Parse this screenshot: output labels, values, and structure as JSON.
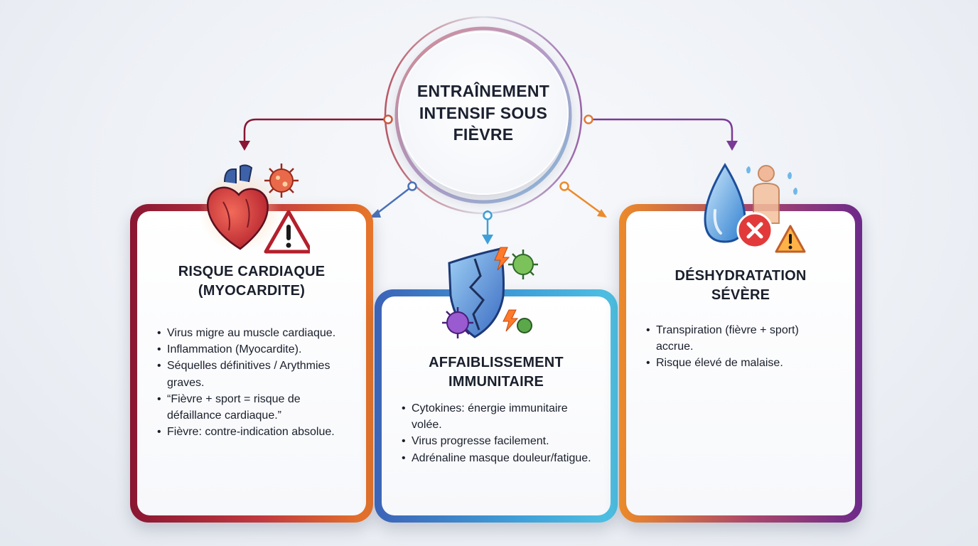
{
  "hub": {
    "title": "Entraînement intensif sous fièvre"
  },
  "cards": [
    {
      "id": "cardiac",
      "title": "Risque cardiaque (myocardite)",
      "bullets": [
        "Virus migre au muscle cardiaque.",
        "Inflammation (Myocardite).",
        "Séquelles définitives / Arythmies graves.",
        "“Fièvre + sport = risque de défaillance cardiaque.”",
        "Fièvre: contre-indication absolue."
      ]
    },
    {
      "id": "immune",
      "title": "Affaiblissement immunitaire",
      "bullets": [
        "Cytokines: énergie immunitaire volée.",
        "Virus progresse facilement.",
        "Adrénaline masque douleur/fatigue."
      ]
    },
    {
      "id": "dehyd",
      "title": "Déshydratation sévère",
      "bullets": [
        "Transpiration (fièvre + sport) accrue.",
        "Risque élevé de malaise."
      ]
    }
  ],
  "icons": {
    "cardiac": [
      "heart-icon",
      "virus-icon",
      "warning-icon"
    ],
    "immune": [
      "cracked-shield-icon",
      "virus-icon",
      "lightning-icon"
    ],
    "dehyd": [
      "water-drop-icon",
      "cross-icon",
      "sweating-person-icon",
      "warning-icon"
    ]
  },
  "colors": {
    "cardiac_start": "#8a1632",
    "cardiac_end": "#e7762a",
    "immune_start": "#3c63b7",
    "immune_end": "#4fc2e3",
    "dehyd_start": "#ec8a2a",
    "dehyd_end": "#6d2a8a"
  }
}
